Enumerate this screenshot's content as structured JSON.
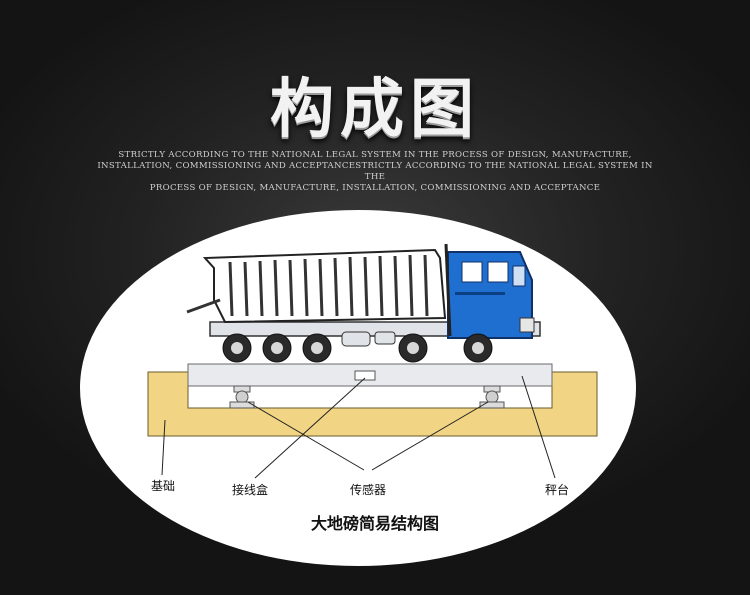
{
  "title": "构成图",
  "subtitle_lines": [
    "STRICTLY ACCORDING TO THE NATIONAL LEGAL SYSTEM IN THE PROCESS OF DESIGN, MANUFACTURE,",
    "INSTALLATION, COMMISSIONING AND ACCEPTANCESTRICTLY ACCORDING TO THE NATIONAL LEGAL SYSTEM IN THE",
    "PROCESS OF DESIGN, MANUFACTURE, INSTALLATION, COMMISSIONING AND ACCEPTANCE"
  ],
  "labels": {
    "foundation": "基础",
    "junction_box": "接线盒",
    "sensor": "传感器",
    "platform": "秤台"
  },
  "caption": "大地磅简易结构图",
  "colors": {
    "truck_cab": "#1f6fd1",
    "truck_body": "#ffffff",
    "foundation": "#f1d584",
    "platform": "#e6e8ea"
  }
}
